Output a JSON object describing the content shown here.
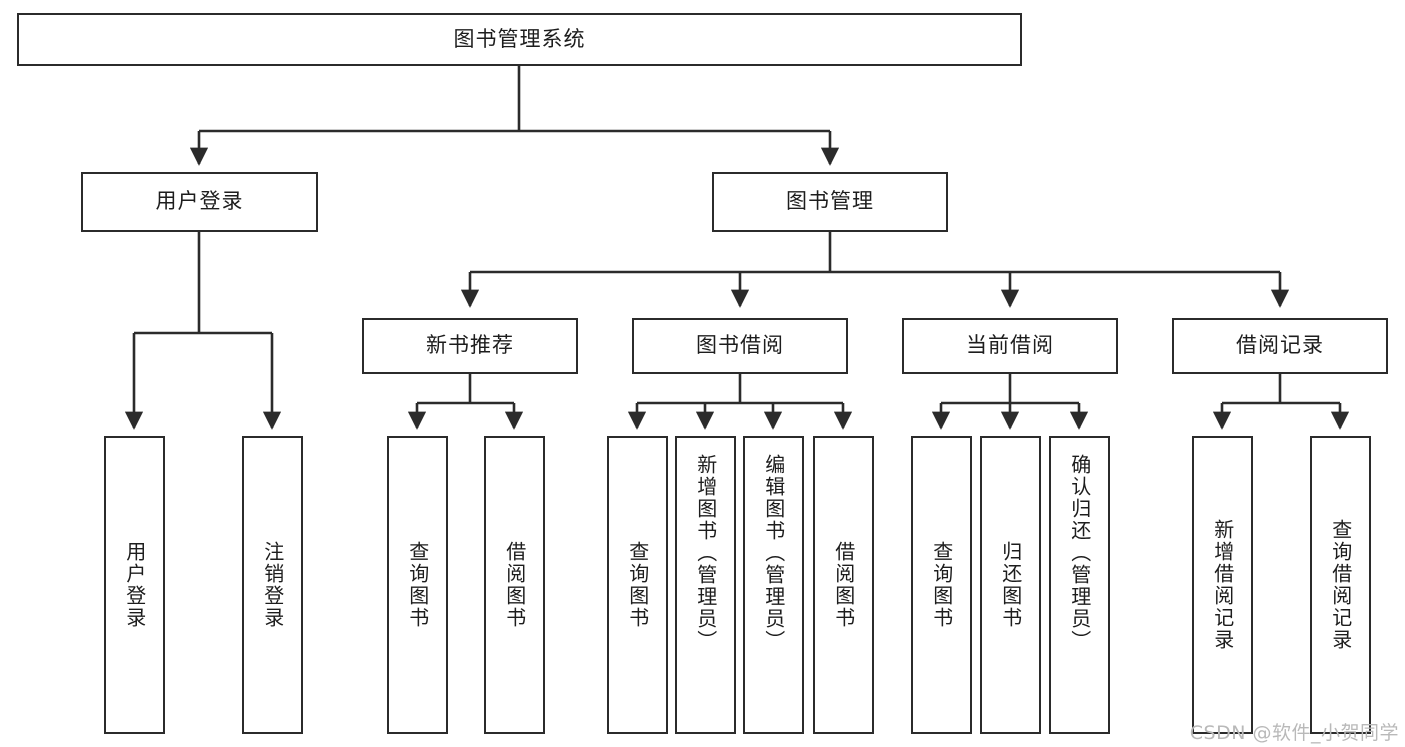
{
  "diagram": {
    "title": "图书管理系统",
    "type": "tree-hierarchy",
    "watermark": "CSDN @软件_小贺同学",
    "colors": {
      "background": "#ffffff",
      "node_fill": "#ffffff",
      "node_stroke": "#2b2b2b",
      "edge_stroke": "#2b2b2b",
      "text": "#1d1d1d",
      "watermark_text": "#b9b9b9"
    },
    "nodes": {
      "root": {
        "label": "图书管理系统",
        "orientation": "horizontal"
      },
      "level2": [
        {
          "label": "用户登录",
          "orientation": "horizontal"
        },
        {
          "label": "图书管理",
          "orientation": "horizontal"
        }
      ],
      "level3": [
        {
          "label": "新书推荐",
          "orientation": "horizontal"
        },
        {
          "label": "图书借阅",
          "orientation": "horizontal"
        },
        {
          "label": "当前借阅",
          "orientation": "horizontal"
        },
        {
          "label": "借阅记录",
          "orientation": "horizontal"
        }
      ],
      "leaves": {
        "user_login": [
          {
            "label": "用户登录",
            "orientation": "vertical"
          },
          {
            "label": "注销登录",
            "orientation": "vertical"
          }
        ],
        "new_book_recommend": [
          {
            "label": "查询图书",
            "orientation": "vertical"
          },
          {
            "label": "借阅图书",
            "orientation": "vertical"
          }
        ],
        "book_borrow": [
          {
            "label": "查询图书",
            "orientation": "vertical"
          },
          {
            "label": "新增图书（管理员）",
            "orientation": "vertical"
          },
          {
            "label": "编辑图书（管理员）",
            "orientation": "vertical"
          },
          {
            "label": "借阅图书",
            "orientation": "vertical"
          }
        ],
        "current_borrow": [
          {
            "label": "查询图书",
            "orientation": "vertical"
          },
          {
            "label": "归还图书",
            "orientation": "vertical"
          },
          {
            "label": "确认归还（管理员）",
            "orientation": "vertical"
          }
        ],
        "borrow_record": [
          {
            "label": "新增借阅记录",
            "orientation": "vertical"
          },
          {
            "label": "查询借阅记录",
            "orientation": "vertical"
          }
        ]
      }
    }
  }
}
